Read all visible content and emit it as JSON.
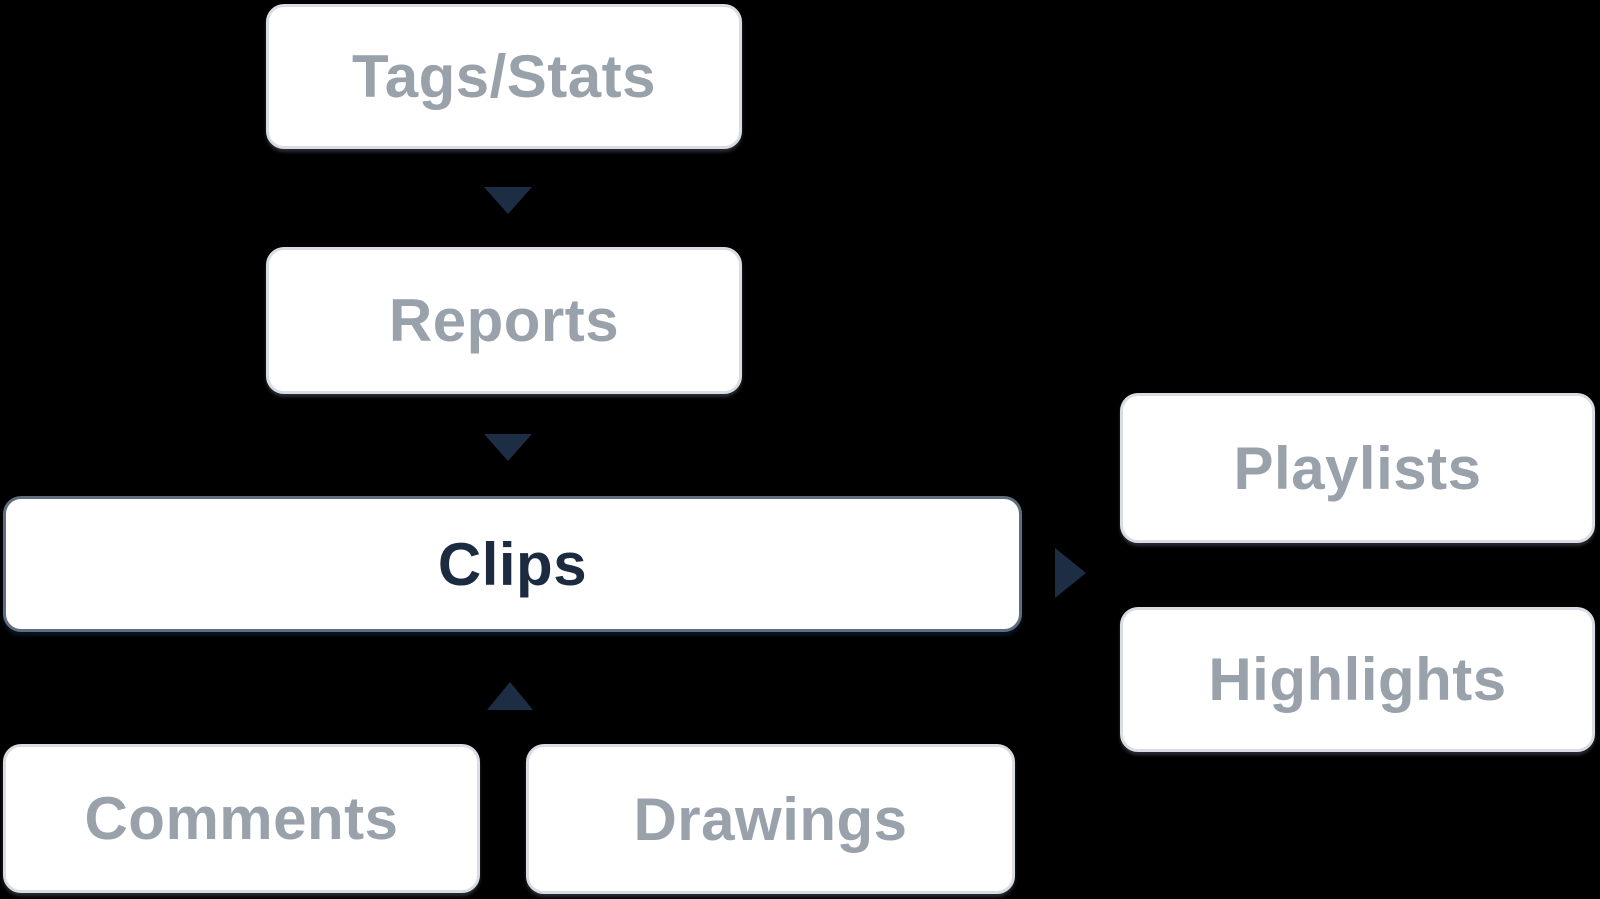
{
  "diagram": {
    "type": "flow-diagram",
    "background": "#000000"
  },
  "colors": {
    "box_fill": "#ffffff",
    "box_border": "#d9dde3",
    "focus_border": "#5f6d7e",
    "label_muted": "#99a1ab",
    "label_emphasis": "#1c2b40",
    "arrow": "#1d2e44"
  },
  "nodes": {
    "tags_stats": {
      "label": "Tags/Stats",
      "emphasis": false
    },
    "reports": {
      "label": "Reports",
      "emphasis": false
    },
    "clips": {
      "label": "Clips",
      "emphasis": true
    },
    "comments": {
      "label": "Comments",
      "emphasis": false
    },
    "drawings": {
      "label": "Drawings",
      "emphasis": false
    },
    "playlists": {
      "label": "Playlists",
      "emphasis": false
    },
    "highlights": {
      "label": "Highlights",
      "emphasis": false
    }
  },
  "arrows": [
    {
      "from": "tags_stats",
      "to": "reports",
      "direction": "down"
    },
    {
      "from": "reports",
      "to": "clips",
      "direction": "down"
    },
    {
      "from": "comments",
      "to": "clips",
      "direction": "up"
    },
    {
      "from": "drawings",
      "to": "clips",
      "direction": "up"
    },
    {
      "from": "clips",
      "to": "playlists",
      "direction": "right"
    },
    {
      "from": "clips",
      "to": "highlights",
      "direction": "right"
    }
  ]
}
